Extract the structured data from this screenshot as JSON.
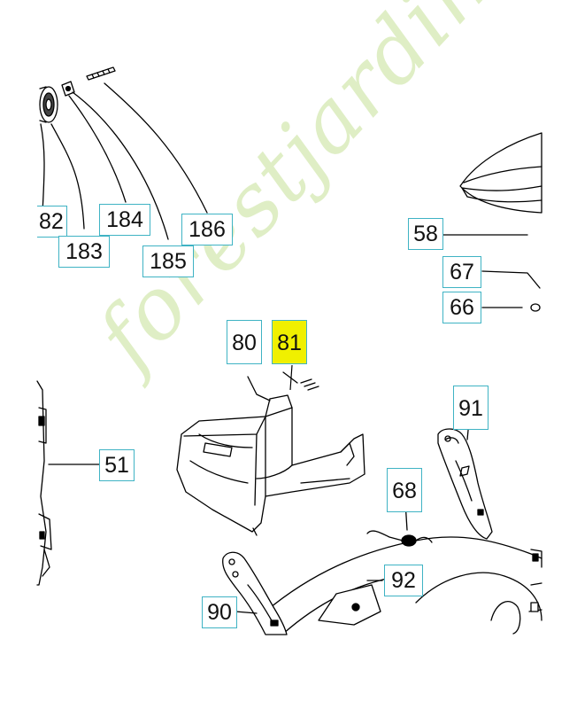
{
  "callouts": {
    "c182": "82",
    "c183": "183",
    "c184": "184",
    "c185": "185",
    "c186": "186",
    "c58": "58",
    "c67": "67",
    "c66": "66",
    "c80": "80",
    "c81": "81",
    "c91": "91",
    "c51": "51",
    "c68": "68",
    "c92": "92",
    "c90": "90"
  },
  "colors": {
    "callout_border": "#3fb3c4",
    "highlight": "#f0f000",
    "watermark": "#c4e096"
  },
  "watermark": {
    "text": "forestjardin.com"
  }
}
